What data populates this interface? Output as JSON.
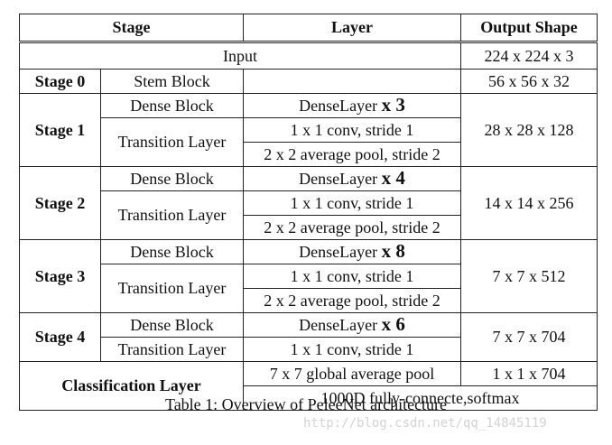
{
  "headers": {
    "stage": "Stage",
    "layer": "Layer",
    "output": "Output Shape"
  },
  "input": {
    "label": "Input",
    "shape": "224 x 224 x 3"
  },
  "stage0": {
    "name": "Stage 0",
    "layer": "Stem Block",
    "shape": "56 x 56 x 32"
  },
  "stage1": {
    "name": "Stage 1",
    "dense_label": "Dense Block",
    "dense_text": "DenseLayer",
    "dense_mult": "x 3",
    "trans_label": "Transition Layer",
    "conv": "1 x 1 conv, stride 1",
    "pool": "2 x 2 average pool, stride 2",
    "shape": "28 x 28 x 128"
  },
  "stage2": {
    "name": "Stage 2",
    "dense_label": "Dense Block",
    "dense_text": "DenseLayer",
    "dense_mult": "x 4",
    "trans_label": "Transition Layer",
    "conv": "1 x 1 conv, stride 1",
    "pool": "2 x 2 average pool, stride 2",
    "shape": "14 x 14 x 256"
  },
  "stage3": {
    "name": "Stage 3",
    "dense_label": "Dense Block",
    "dense_text": "DenseLayer",
    "dense_mult": "x 8",
    "trans_label": "Transition Layer",
    "conv": "1 x 1 conv, stride 1",
    "pool": "2 x 2 average pool, stride 2",
    "shape": "7 x 7 x 512"
  },
  "stage4": {
    "name": "Stage 4",
    "dense_label": "Dense Block",
    "dense_text": "DenseLayer",
    "dense_mult": "x 6",
    "trans_label": "Transition Layer",
    "conv": "1 x 1 conv, stride 1",
    "shape": "7 x 7 x 704"
  },
  "classification": {
    "name": "Classification Layer",
    "pool": "7 x 7 global average pool",
    "shape": "1 x 1 x 704",
    "fc": "1000D fully-connecte,softmax"
  },
  "caption": "Table 1: Overview of PeleeNet architecture",
  "watermark": "http://blog.csdn.net/qq_14845119"
}
